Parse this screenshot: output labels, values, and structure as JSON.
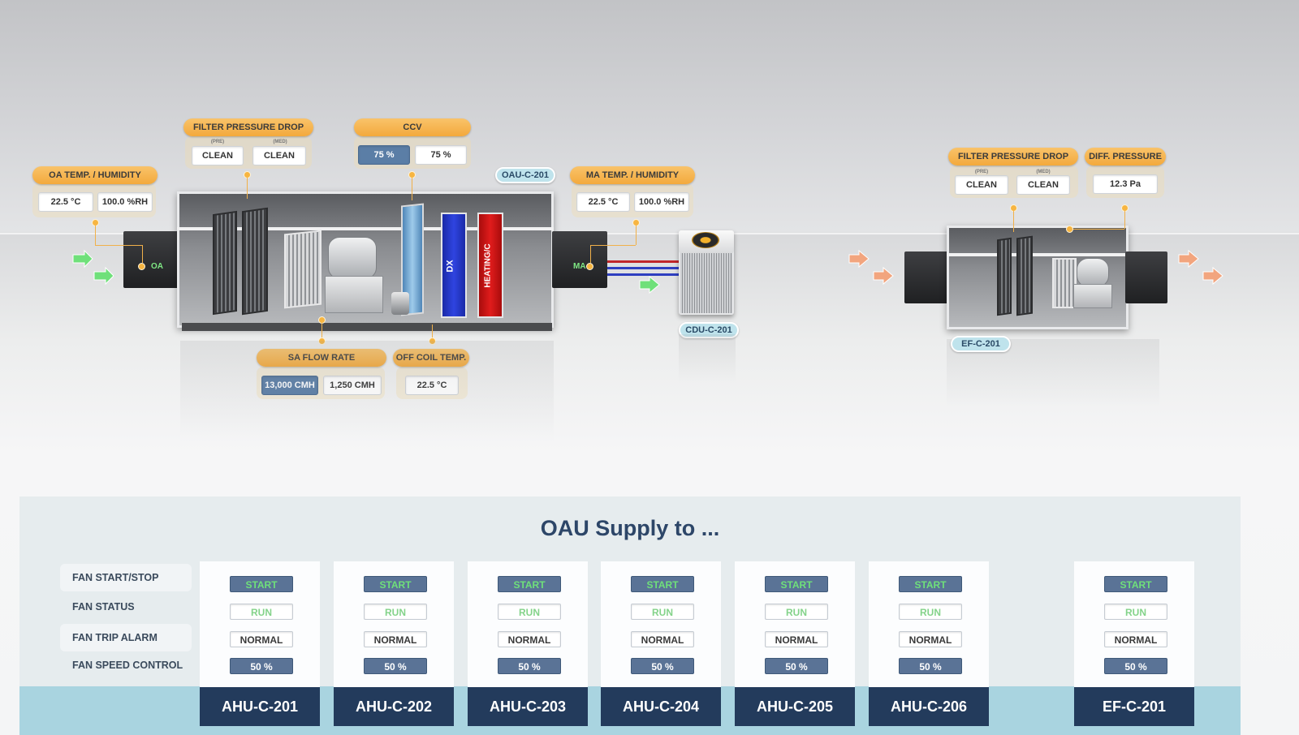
{
  "oau": {
    "tag": "OAU-C-201",
    "oa_label": "OA",
    "ma_label": "MA",
    "dx_label": "DX",
    "heating_label": "HEATING/C",
    "oa_temp_humidity": {
      "title": "OA TEMP. / HUMIDITY",
      "temp": "22.5 °C",
      "humidity": "100.0 %RH"
    },
    "filter_pressure_drop": {
      "title": "FILTER PRESSURE DROP",
      "pre_label": "(PRE)",
      "med_label": "(MED)",
      "pre": "CLEAN",
      "med": "CLEAN"
    },
    "ccv": {
      "title": "CCV",
      "setpoint": "75 %",
      "feedback": "75 %"
    },
    "ma_temp_humidity": {
      "title": "MA TEMP. / HUMIDITY",
      "temp": "22.5 °C",
      "humidity": "100.0 %RH"
    },
    "sa_flow_rate": {
      "title": "SA FLOW RATE",
      "setpoint": "13,000 CMH",
      "actual": "1,250 CMH"
    },
    "off_coil_temp": {
      "title": "OFF COIL TEMP.",
      "value": "22.5 °C"
    }
  },
  "cdu": {
    "tag": "CDU-C-201"
  },
  "ef": {
    "tag": "EF-C-201",
    "filter_pressure_drop": {
      "title": "FILTER PRESSURE DROP",
      "pre_label": "(PRE)",
      "med_label": "(MED)",
      "pre": "CLEAN",
      "med": "CLEAN"
    },
    "diff_pressure": {
      "title": "DIFF. PRESSURE",
      "value": "12.3 Pa"
    }
  },
  "panel": {
    "title": "OAU Supply to ...",
    "row_labels": [
      "FAN START/STOP",
      "FAN STATUS",
      "FAN TRIP ALARM",
      "FAN SPEED CONTROL"
    ],
    "units": [
      {
        "name": "AHU-C-201",
        "start": "START",
        "status": "RUN",
        "alarm": "NORMAL",
        "speed": "50 %"
      },
      {
        "name": "AHU-C-202",
        "start": "START",
        "status": "RUN",
        "alarm": "NORMAL",
        "speed": "50 %"
      },
      {
        "name": "AHU-C-203",
        "start": "START",
        "status": "RUN",
        "alarm": "NORMAL",
        "speed": "50 %"
      },
      {
        "name": "AHU-C-204",
        "start": "START",
        "status": "RUN",
        "alarm": "NORMAL",
        "speed": "50 %"
      },
      {
        "name": "AHU-C-205",
        "start": "START",
        "status": "RUN",
        "alarm": "NORMAL",
        "speed": "50 %"
      },
      {
        "name": "AHU-C-206",
        "start": "START",
        "status": "RUN",
        "alarm": "NORMAL",
        "speed": "50 %"
      },
      {
        "name": "EF-C-201",
        "start": "START",
        "status": "RUN",
        "alarm": "NORMAL",
        "speed": "50 %"
      }
    ]
  },
  "colors": {
    "accent_orange": "#f3a93c",
    "panel_navy": "#233b5c",
    "button_blue": "#5a7396",
    "run_green": "#84d38a",
    "dx_blue": "#2f44e0",
    "heating_red": "#e01c1c"
  }
}
